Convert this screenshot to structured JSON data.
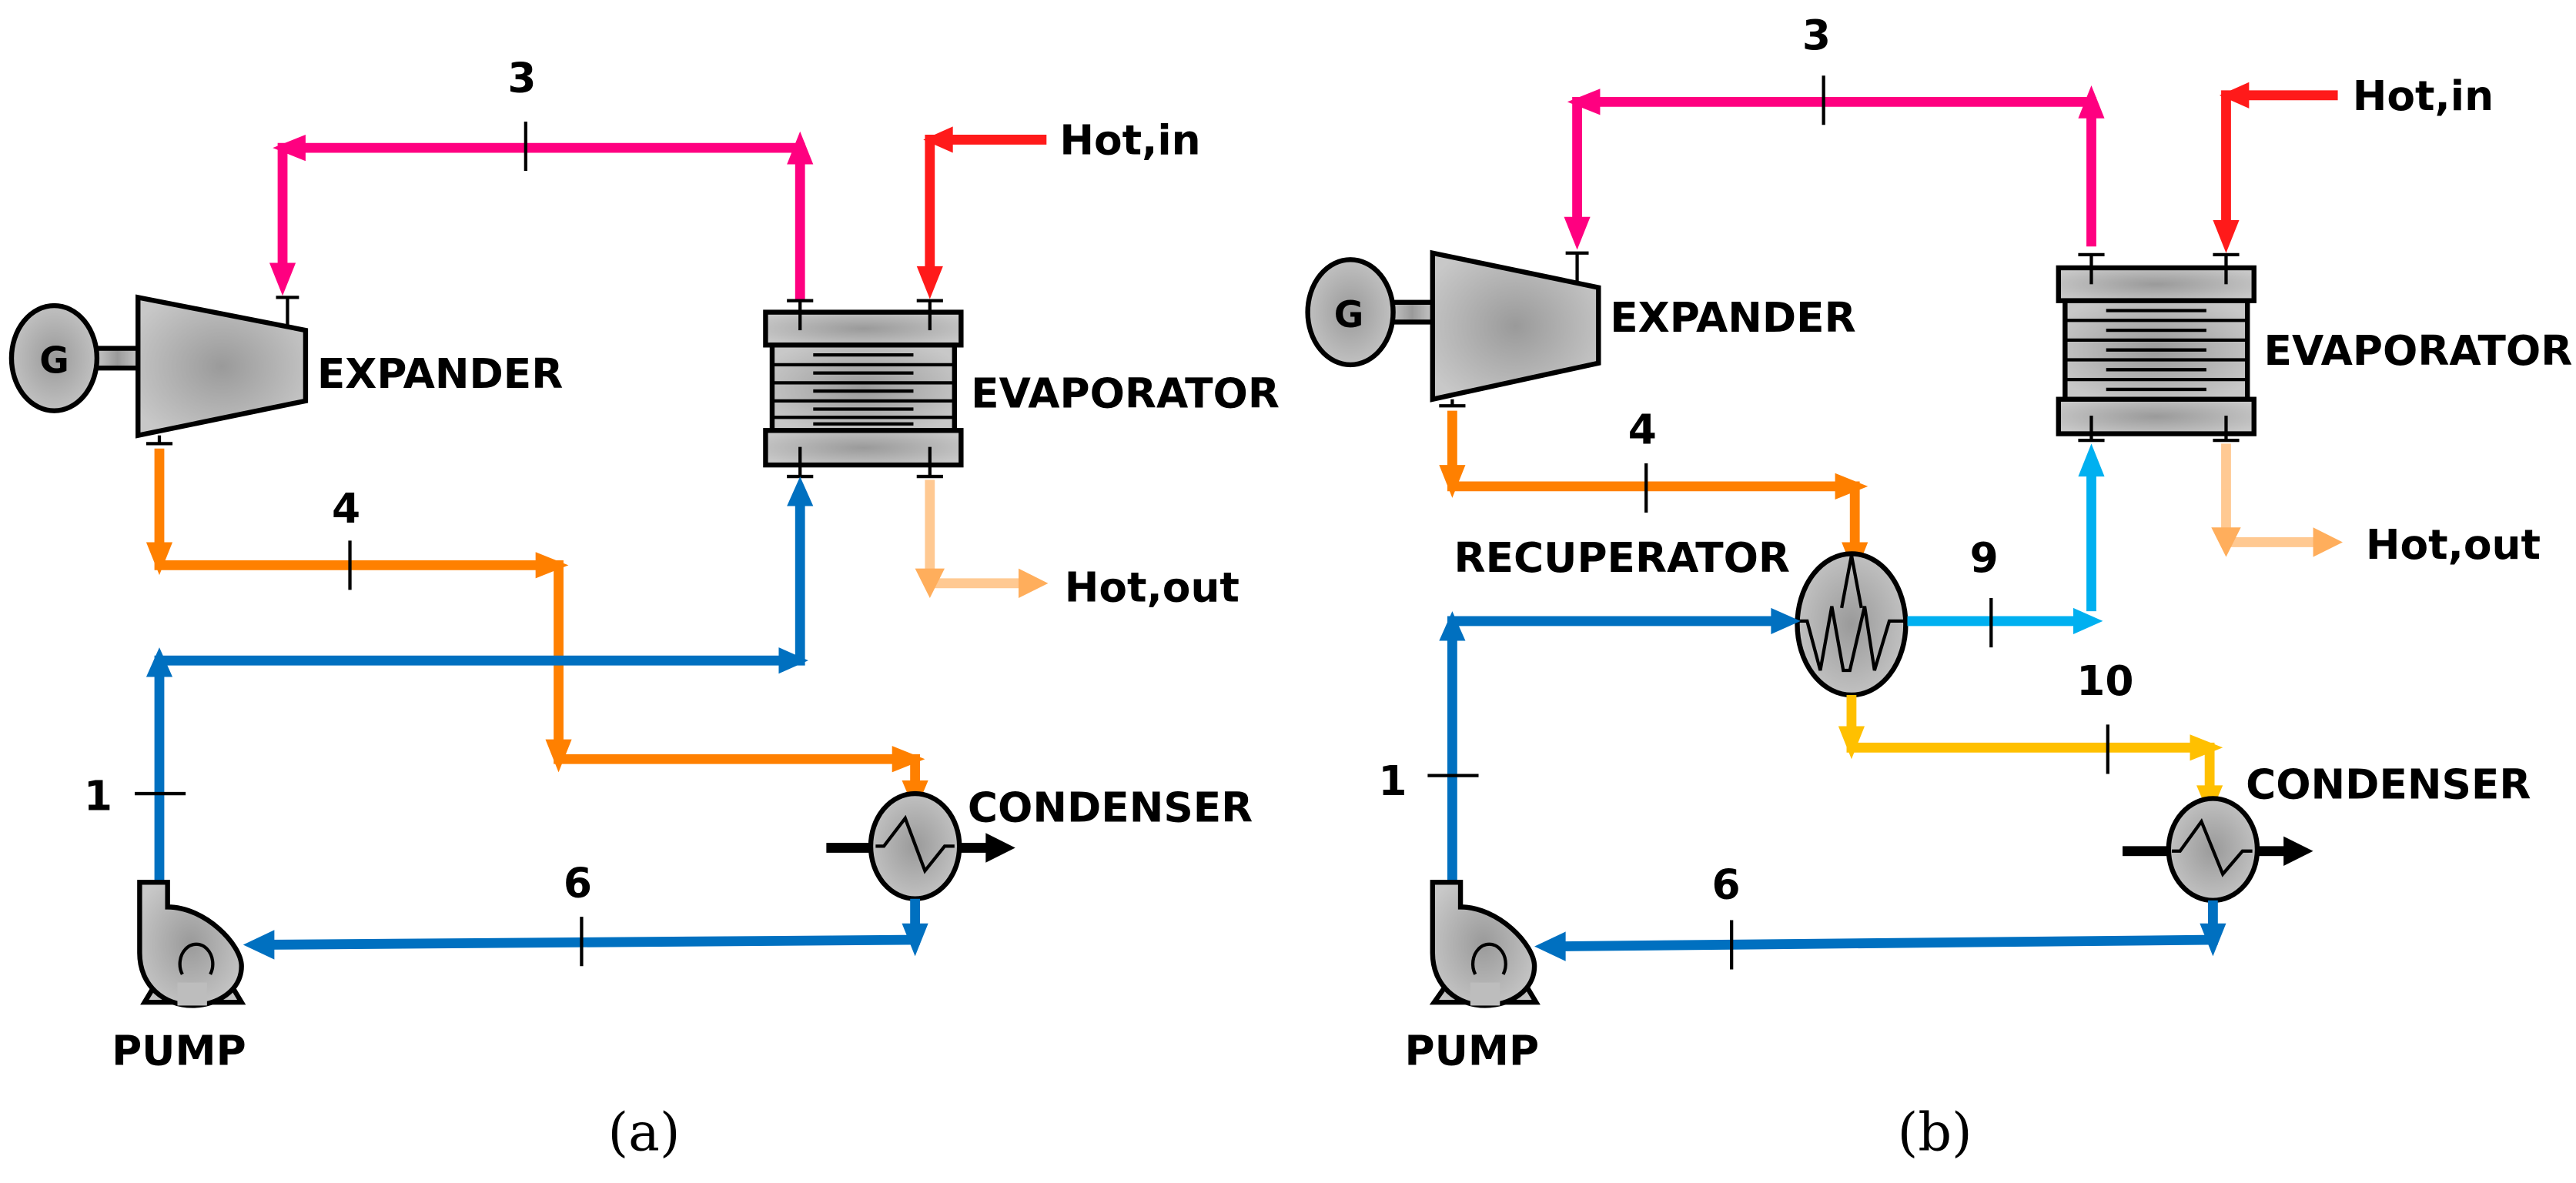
{
  "figure": {
    "colors": {
      "state3": "#FF0080",
      "state4": "#FF8000",
      "hot_in": "#FF1A1A",
      "hot_out": "#FFC080",
      "state1": "#0070C0",
      "state6": "#0070C0",
      "state9": "#00B0F0",
      "state10": "#FFC000",
      "component_fill": "#B0B0B0"
    },
    "panel_a": {
      "caption": "(a)",
      "components": {
        "generator": "G",
        "expander": "EXPANDER",
        "evaporator": "EVAPORATOR",
        "condenser": "CONDENSER",
        "pump": "PUMP"
      },
      "streams": {
        "hot_in": "Hot,in",
        "hot_out": "Hot,out"
      },
      "state_points": [
        "1",
        "3",
        "4",
        "6"
      ]
    },
    "panel_b": {
      "caption": "(b)",
      "components": {
        "generator": "G",
        "expander": "EXPANDER",
        "evaporator": "EVAPORATOR",
        "recuperator": "RECUPERATOR",
        "condenser": "CONDENSER",
        "pump": "PUMP"
      },
      "streams": {
        "hot_in": "Hot,in",
        "hot_out": "Hot,out"
      },
      "state_points": [
        "1",
        "3",
        "4",
        "6",
        "9",
        "10"
      ]
    }
  }
}
